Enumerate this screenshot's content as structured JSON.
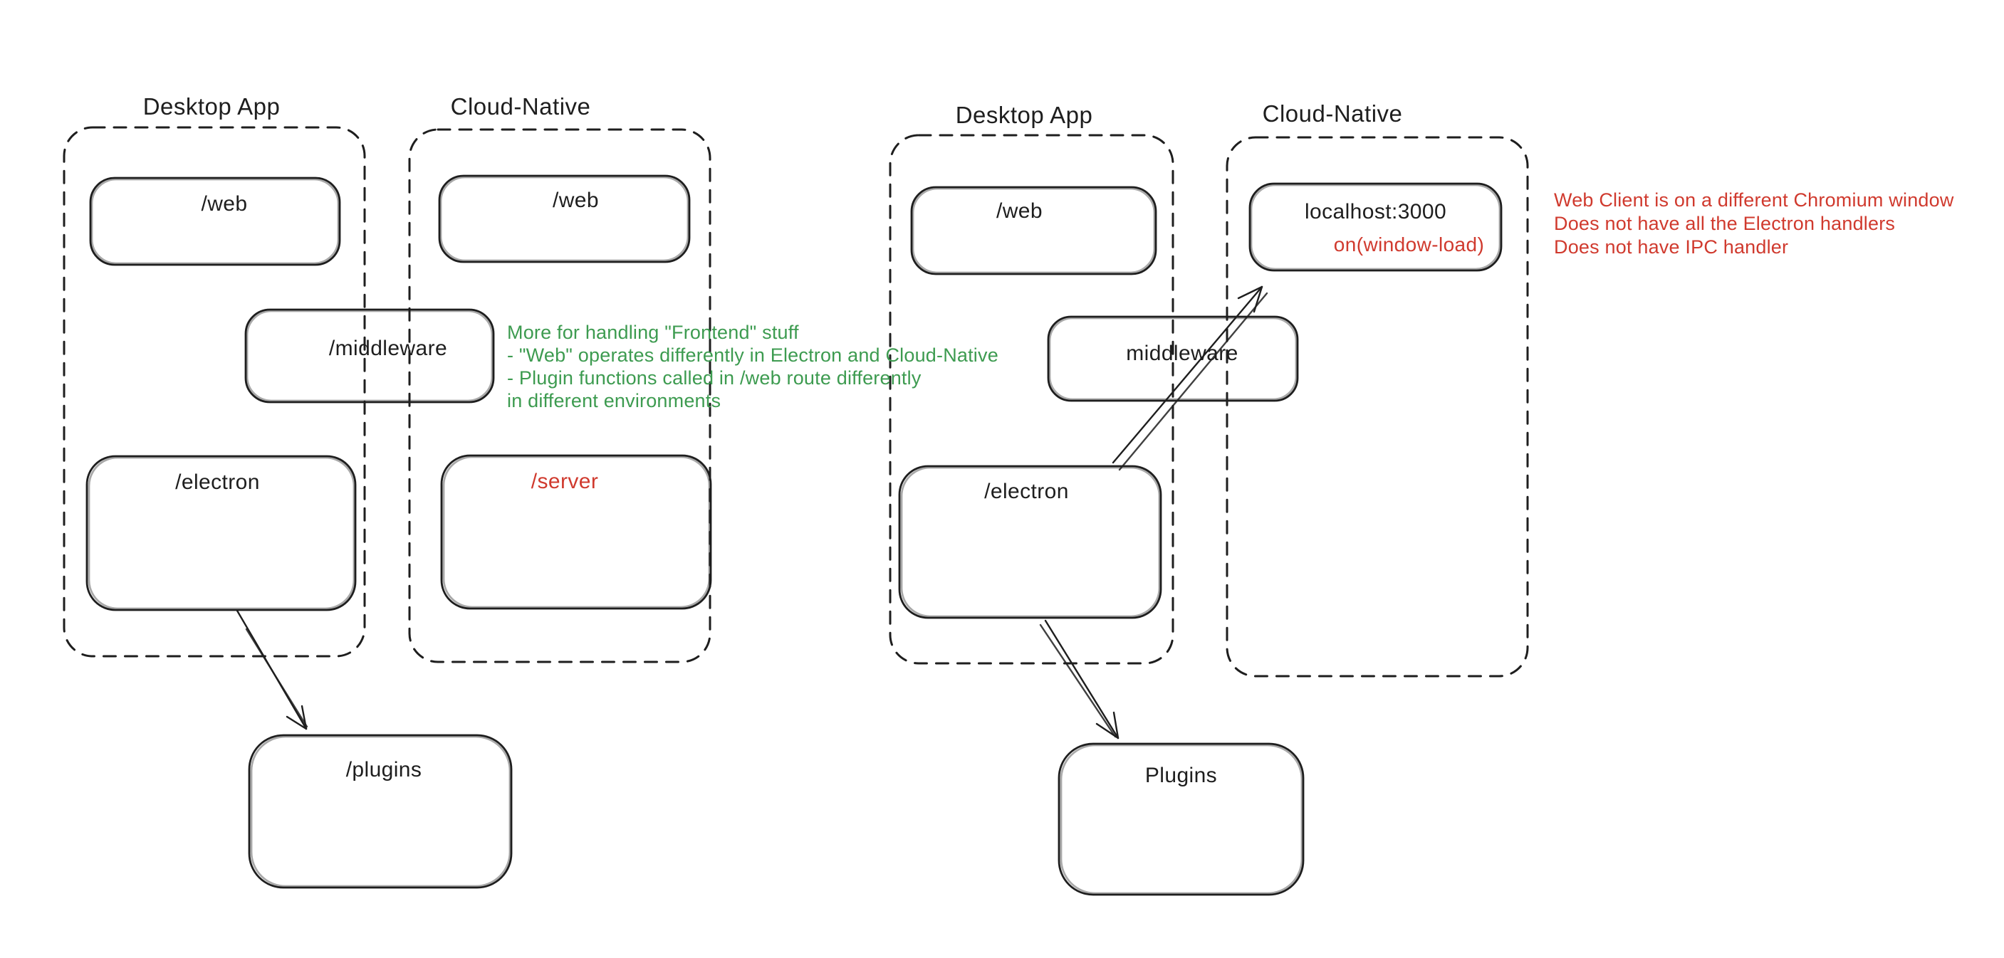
{
  "canvas": {
    "background": "#ffffff",
    "ink_color": "#1e1e1e",
    "red_accent": "#d03a2e",
    "green_accent": "#3d9b50"
  },
  "left_diagram": {
    "desktop_label": "Desktop App",
    "cloud_label": "Cloud-Native",
    "web_desktop": "/web",
    "web_cloud": "/web",
    "middleware": "/middleware",
    "electron": "/electron",
    "server": "/server",
    "plugins": "/plugins",
    "note_lines": [
      "More for handling \"Frontend\" stuff",
      "- \"Web\" operates differently in Electron and Cloud-Native",
      "- Plugin functions called in /web route differently",
      "in different environments"
    ]
  },
  "right_diagram": {
    "desktop_label": "Desktop App",
    "cloud_label": "Cloud-Native",
    "web": "/web",
    "localhost": "localhost:3000",
    "window_load": "on(window-load)",
    "middleware": "middleware",
    "electron": "/electron",
    "plugins": "Plugins",
    "note_lines": [
      "Web Client is on a different Chromium window",
      "Does not have all the Electron handlers",
      "Does not have IPC handler"
    ]
  }
}
